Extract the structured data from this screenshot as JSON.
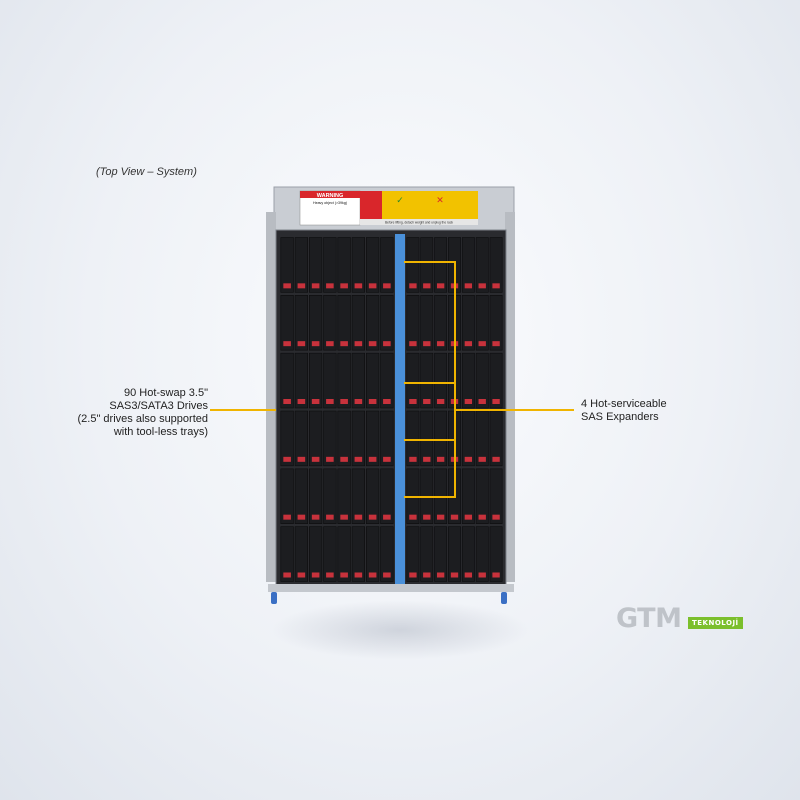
{
  "caption": "(Top View – System)",
  "callouts": {
    "drives": {
      "lines": [
        "90 Hot-swap 3.5\"",
        "SAS3/SATA3 Drives",
        "(2.5\" drives also supported",
        "with tool-less trays)"
      ]
    },
    "expanders": {
      "lines": [
        "4 Hot-serviceable",
        "SAS Expanders"
      ]
    }
  },
  "warning_label": {
    "header": "WARNING",
    "line1": "Heavy object (>39kg)",
    "footer": "Before lifting, detach weight and unplug the rack"
  },
  "drive_layout": {
    "left_columns": 8,
    "right_columns": 7,
    "rows": 6,
    "total": 90
  },
  "colors": {
    "callout_line": "#f0b400",
    "drive_body": "#1c1d20",
    "drive_latch": "#c8323c",
    "backplane": "#4a90d9",
    "warning_yellow": "#f2c200",
    "warning_red": "#d9262b",
    "logo_green": "#7bbf2c"
  },
  "logo": {
    "main": "GTM",
    "tag": "TEKNOLOJİ"
  }
}
